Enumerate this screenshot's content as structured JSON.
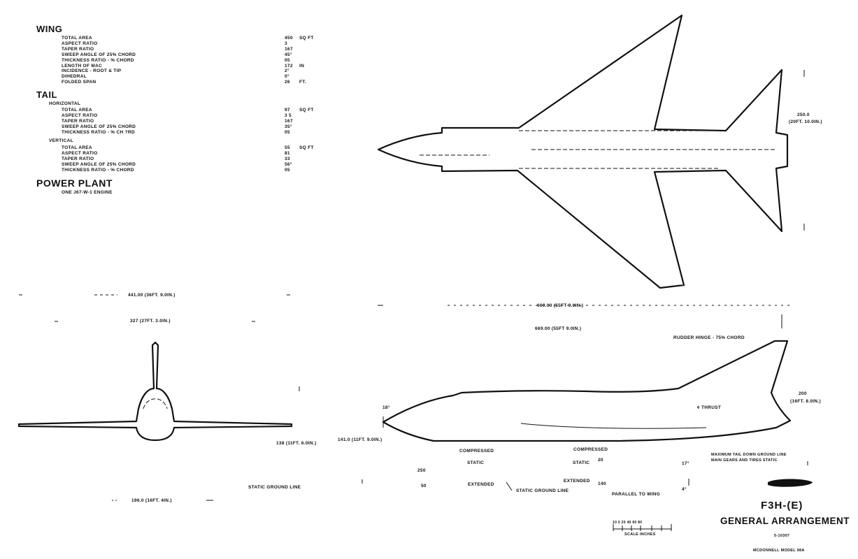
{
  "wing": {
    "heading": "WING",
    "rows": [
      {
        "label": "TOTAL AREA",
        "value": "450",
        "unit": "SQ FT"
      },
      {
        "label": "ASPECT RATIO",
        "value": "3",
        "unit": ""
      },
      {
        "label": "TAPER RATIO",
        "value": "167",
        "unit": ""
      },
      {
        "label": "SWEEP ANGLE OF 25% CHORD",
        "value": "45°",
        "unit": ""
      },
      {
        "label": "THICKNESS RATIO - % CHORD",
        "value": "05",
        "unit": ""
      },
      {
        "label": "LENGTH OF MAC",
        "value": "172",
        "unit": "IN"
      },
      {
        "label": "INCIDENCE - ROOT & TIP",
        "value": "2°",
        "unit": ""
      },
      {
        "label": "DIHEDRAL",
        "value": "0°",
        "unit": ""
      },
      {
        "label": "FOLDED SPAN",
        "value": "26",
        "unit": "FT."
      }
    ]
  },
  "tail": {
    "heading": "TAIL",
    "horizontal": {
      "subheading": "HORIZONTAL",
      "rows": [
        {
          "label": "TOTAL AREA",
          "value": "97",
          "unit": "SQ FT"
        },
        {
          "label": "ASPECT RATIO",
          "value": "3 5",
          "unit": ""
        },
        {
          "label": "TAPER RATIO",
          "value": "167",
          "unit": ""
        },
        {
          "label": "SWEEP ANGLE OF 25% CHORD",
          "value": "35°",
          "unit": ""
        },
        {
          "label": "THICKNESS RATIO - % CH ?RD",
          "value": "05",
          "unit": ""
        }
      ]
    },
    "vertical": {
      "subheading": "VERTICAL",
      "rows": [
        {
          "label": "TOTAL AREA",
          "value": "55",
          "unit": "SQ FT"
        },
        {
          "label": "ASPECT RATIO",
          "value": "81",
          "unit": ""
        },
        {
          "label": "TAPER RATIO",
          "value": "33",
          "unit": ""
        },
        {
          "label": "SWEEP ANGLE OF 25% CHORD",
          "value": "56°",
          "unit": ""
        },
        {
          "label": "THICKNESS RATIO - % CHORD",
          "value": "05",
          "unit": ""
        }
      ]
    }
  },
  "power_plant": {
    "heading": "POWER PLANT",
    "engine": "ONE J67-W-1 ENGINE"
  },
  "dimensions": {
    "span_overall": "441.00 (36FT. 9.0IN.)",
    "span_tail": "327 (27FT. 3.0IN.)",
    "height_front": "138 (11FT. 6.0IN.)",
    "tread": "196.0 (16FT. 4IN.)",
    "static_ground_line_front": "STATIC GROUND LINE",
    "length_top": "669.00 (55FT 9.0IN.)",
    "length_side": "669.00 (55FT 9.0IN.)",
    "tail_span_top": "250.0",
    "tail_span_top_ft": "(20FT. 10.0IN.)",
    "rudder_hinge": "RUDDER HINGE - 75% CHORD",
    "height_side": "200",
    "height_side_ft": "(16FT. 8.0IN.)",
    "thrust": "¢ THRUST",
    "height_141": "141.0 (11FT. 9.0IN.)",
    "angle_18": "18°",
    "compressed_1": "COMPRESSED",
    "static_1": "STATIC",
    "extended_1": "EXTENDED",
    "n250": "250",
    "n50": "50",
    "static_ground_line_side": "STATIC GROUND LINE",
    "compressed_2": "COMPRESSED",
    "static_2": "STATIC",
    "n20": "20",
    "extended_2": "EXTENDED",
    "n140": "140",
    "parallel_to_wing": "PARALLEL TO WING",
    "angle_17": "17°",
    "angle_4": "4°",
    "max_tail_down": "MAXIMUM TAIL DOWN GROUND LINE",
    "main_gears": "MAIN GEARS AND TIRES STATIC"
  },
  "title_block": {
    "model": "F3H-(E)",
    "title": "GENERAL ARRANGEMENT",
    "drawing_no": "5-10307",
    "maker": "MCDONNELL MODEL 98A",
    "scale_numbers": "10 0  20  40  60  80",
    "scale_label": "SCALE INCHES"
  }
}
